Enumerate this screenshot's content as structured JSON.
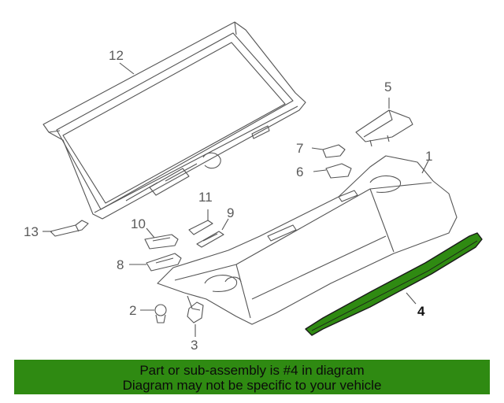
{
  "diagram": {
    "callouts": {
      "c1": "1",
      "c2": "2",
      "c3": "3",
      "c4": "4",
      "c5": "5",
      "c6": "6",
      "c7": "7",
      "c8": "8",
      "c9": "9",
      "c10": "10",
      "c11": "11",
      "c12": "12",
      "c13": "13"
    },
    "highlight_part": "4",
    "colors": {
      "line": "#555555",
      "highlight": "#2f8a12",
      "label": "#5a5a5a"
    }
  },
  "banner": {
    "line1": "Part or sub-assembly is #4 in diagram",
    "line2": "Diagram may not be specific to your vehicle",
    "background": "#2f8a12"
  }
}
